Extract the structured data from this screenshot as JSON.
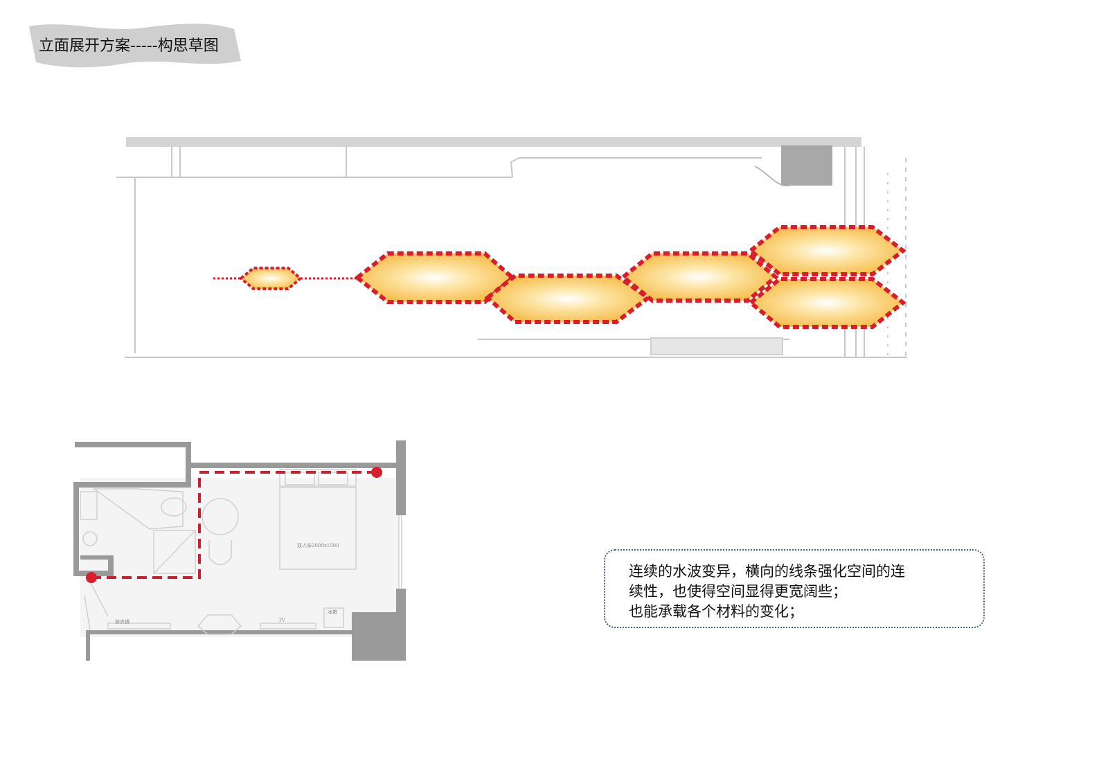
{
  "title": "立面展开方案-----构思草图",
  "note": {
    "lines": [
      "连续的水波变异，横向的线条强化空间的连",
      "续性，也使得空间显得更宽阔些；",
      "也能承载各个材料的变化；"
    ]
  },
  "floorplan": {
    "bed_label": "双人床2000x1500",
    "wardrobe_label": "穿衣镜",
    "tv_label": "TV",
    "fridge_label": "冰箱"
  },
  "colors": {
    "accent_red": "#d81e2c",
    "highlight_fill": "#f9c560",
    "wall_gray": "#9a9a9a",
    "banner_gray": "#cfcfcf",
    "note_border": "#44608f"
  }
}
